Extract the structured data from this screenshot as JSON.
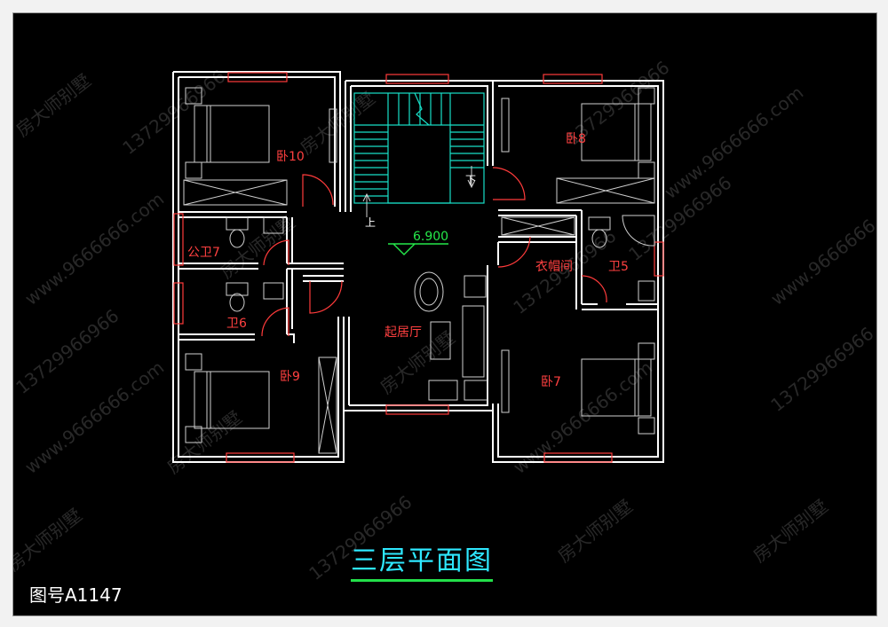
{
  "plan": {
    "title": "三层平面图",
    "drawing_number": "图号A1147",
    "elevation": "6.900",
    "stair_up": "上",
    "stair_down": "下",
    "rooms": {
      "bedroom_10": "卧10",
      "bedroom_8": "卧8",
      "bedroom_9": "卧9",
      "bedroom_7": "卧7",
      "public_bath_7": "公卫7",
      "bath_6": "卫6",
      "bath_5": "卫5",
      "closet": "衣帽间",
      "living_room": "起居厅"
    },
    "watermarks": [
      "房大师别墅",
      "13729966966",
      "www.9666666.com"
    ]
  },
  "colors": {
    "background": "#000000",
    "wall": "#ffffff",
    "window_door": "#ff3b3b",
    "stair": "#18e0c8",
    "title": "#2ee8ff",
    "underline": "#23e04a",
    "elevation": "#25e84a"
  }
}
